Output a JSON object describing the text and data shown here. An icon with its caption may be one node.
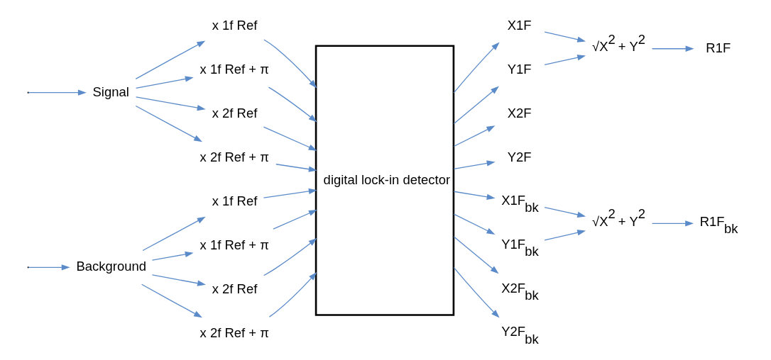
{
  "diagram": {
    "nodes": [
      {
        "text": [
          "Signal"
        ]
      },
      {
        "text": [
          "x 1f Ref"
        ]
      },
      {
        "text": [
          "x 1f Ref + π"
        ]
      },
      {
        "text": [
          "x 2f Ref"
        ]
      },
      {
        "text": [
          "x 2f Ref + π"
        ]
      },
      {
        "text": [
          "Background"
        ]
      },
      {
        "text": [
          "x 1f Ref"
        ]
      },
      {
        "text": [
          "x 1f Ref + π"
        ]
      },
      {
        "text": [
          "x 2f Ref"
        ]
      },
      {
        "text": [
          "x 2f Ref + π"
        ]
      },
      {
        "text": [
          "digital lock-in detector"
        ]
      },
      {
        "text": [
          "X1F"
        ]
      },
      {
        "text": [
          "Y1F"
        ]
      },
      {
        "text": [
          "X2F"
        ]
      },
      {
        "text": [
          "Y2F"
        ]
      },
      {
        "text": [
          "X1F$_{bk}$"
        ]
      },
      {
        "text": [
          "Y1F$_{bk}$"
        ]
      },
      {
        "text": [
          "X2F$_{bk}$"
        ]
      },
      {
        "text": [
          "Y2F$_{bk}$"
        ]
      },
      {
        "text": [
          "√X$^{2}$ + Y$^{2}$"
        ]
      },
      {
        "text": [
          "R1F"
        ]
      },
      {
        "text": [
          "√X$^{2}$ + Y$^{2}$"
        ]
      },
      {
        "text": [
          "R1F$_{bk}$"
        ]
      }
    ],
    "edges": [
      {
        "from": null,
        "to": 0,
        "arrow": "to"
      },
      {
        "from": 0,
        "to": 1,
        "arrow": "to"
      },
      {
        "from": 0,
        "to": 2,
        "arrow": "to"
      },
      {
        "from": 0,
        "to": 3,
        "arrow": "to"
      },
      {
        "from": 0,
        "to": 4,
        "arrow": "to"
      },
      {
        "from": null,
        "to": 5,
        "arrow": "to"
      },
      {
        "from": 5,
        "to": 6,
        "arrow": "to"
      },
      {
        "from": 5,
        "to": 7,
        "arrow": "to"
      },
      {
        "from": 5,
        "to": 8,
        "arrow": "to"
      },
      {
        "from": 5,
        "to": 9,
        "arrow": "to"
      },
      {
        "from": 1,
        "to": 10,
        "arrow": "to"
      },
      {
        "from": 2,
        "to": 10,
        "arrow": "to"
      },
      {
        "from": 3,
        "to": 10,
        "arrow": "to"
      },
      {
        "from": 4,
        "to": 10,
        "arrow": "to"
      },
      {
        "from": 6,
        "to": 10,
        "arrow": "to"
      },
      {
        "from": 7,
        "to": 10,
        "arrow": "to"
      },
      {
        "from": 8,
        "to": 10,
        "arrow": "to"
      },
      {
        "from": 9,
        "to": 10,
        "arrow": "to"
      },
      {
        "from": 10,
        "to": 11,
        "arrow": "to"
      },
      {
        "from": 10,
        "to": 12,
        "arrow": "to"
      },
      {
        "from": 10,
        "to": 13,
        "arrow": "to"
      },
      {
        "from": 10,
        "to": 14,
        "arrow": "to"
      },
      {
        "from": 10,
        "to": 15,
        "arrow": "to"
      },
      {
        "from": 10,
        "to": 16,
        "arrow": "to"
      },
      {
        "from": 10,
        "to": 17,
        "arrow": "to"
      },
      {
        "from": 10,
        "to": 18,
        "arrow": "to"
      },
      {
        "from": 11,
        "to": 19,
        "arrow": "to"
      },
      {
        "from": 12,
        "to": 19,
        "arrow": "to"
      },
      {
        "from": 19,
        "to": 20,
        "arrow": "to"
      },
      {
        "from": 15,
        "to": 21,
        "arrow": "to"
      },
      {
        "from": 16,
        "to": 21,
        "arrow": "to"
      },
      {
        "from": 21,
        "to": 22,
        "arrow": "to"
      }
    ]
  }
}
